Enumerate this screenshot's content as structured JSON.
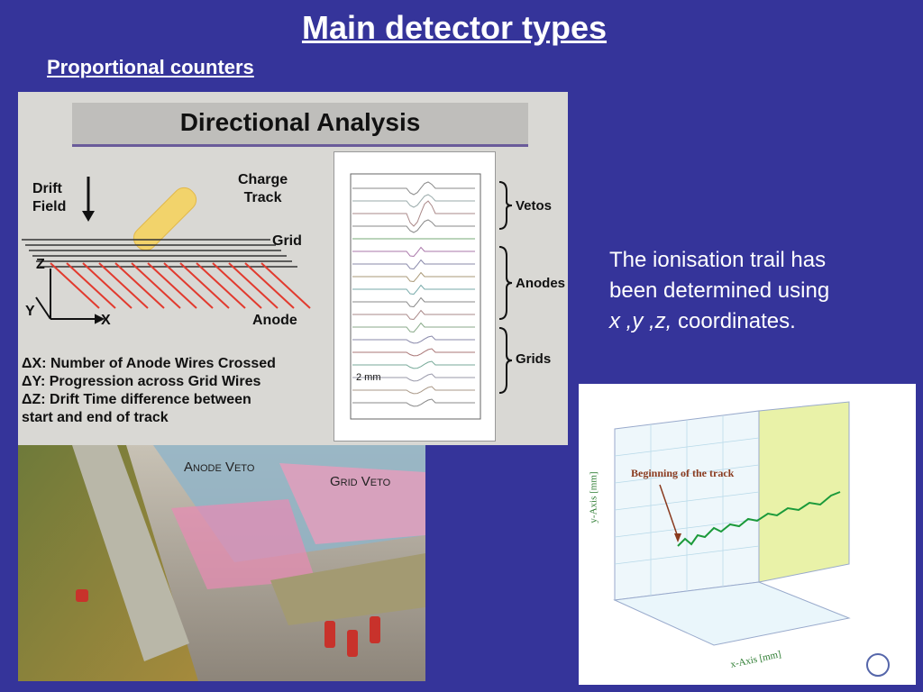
{
  "slide": {
    "title": "Main detector types",
    "subtitle": "Proportional counters",
    "body": {
      "line1": "The ionisation trail has",
      "line2": "been determined using",
      "line3_italic": "x ,y ,z,",
      "line3_rest": " coordinates."
    }
  },
  "directional_analysis": {
    "title": "Directional Analysis",
    "drift_field": [
      "Drift",
      "Field"
    ],
    "charge_track": [
      "Charge",
      "Track"
    ],
    "grid_label": "Grid",
    "anode_label": "Anode",
    "axis_z": "Z",
    "axis_y": "Y",
    "axis_x": "X",
    "definitions": [
      "ΔX: Number of Anode Wires Crossed",
      "ΔY: Progression across Grid Wires",
      "ΔZ: Drift Time difference between",
      "start and end of track"
    ],
    "trace_groups": [
      "Vetos",
      "Anodes",
      "Grids"
    ],
    "scale_label": "2 mm"
  },
  "photo": {
    "anode_veto": "Anode Veto",
    "grid_veto": "Grid Veto"
  },
  "plot3d": {
    "annotation": "Beginning of the track",
    "x_axis_label": "x-Axis [mm]",
    "y_axis_label": "y-Axis [mm]"
  },
  "colors": {
    "background": "#35349a",
    "anode_wire": "#e23a2e",
    "track": "#f2d36b",
    "plot_track": "#1b9a3a"
  }
}
